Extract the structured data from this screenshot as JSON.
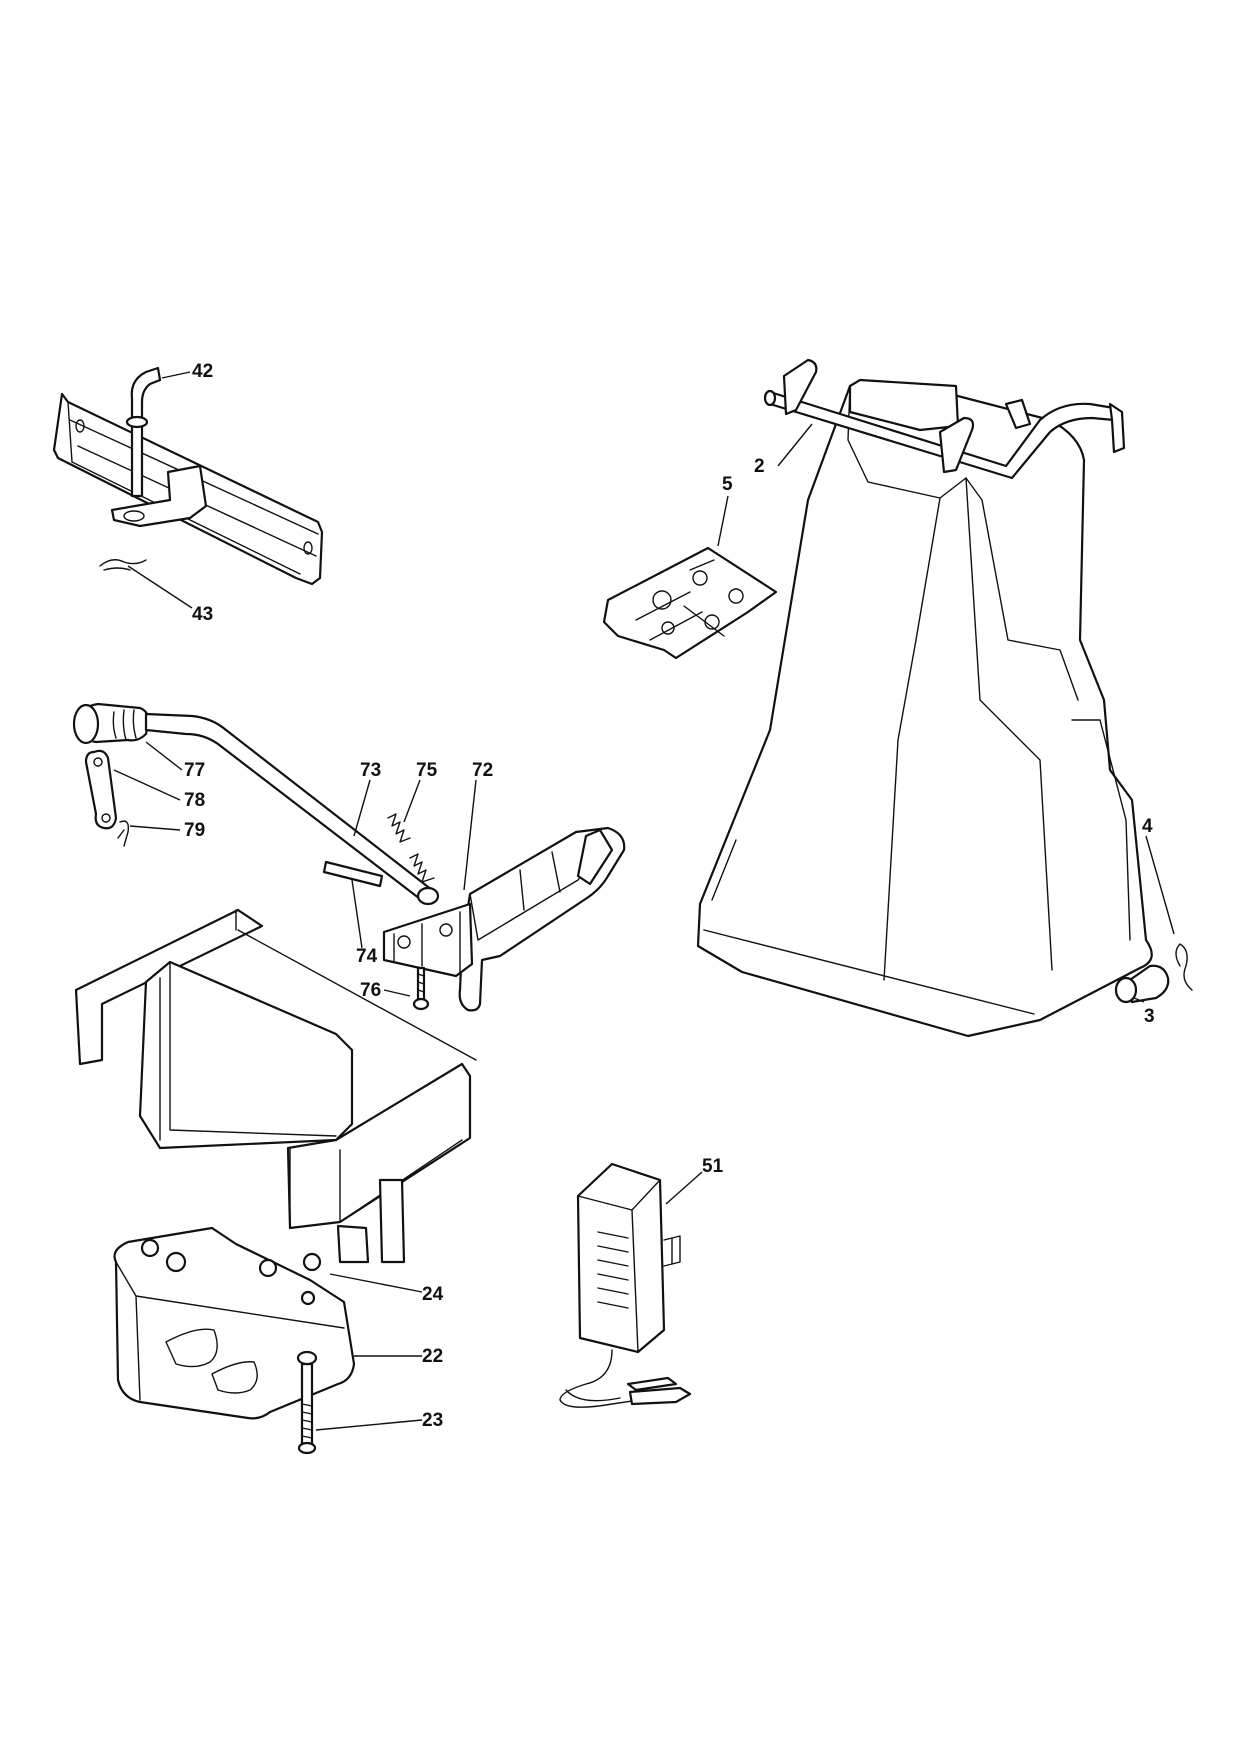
{
  "colors": {
    "line": "#111111",
    "background": "#ffffff"
  },
  "callouts": [
    {
      "id": "42",
      "text": "42"
    },
    {
      "id": "43",
      "text": "43"
    },
    {
      "id": "5",
      "text": "5"
    },
    {
      "id": "2",
      "text": "2"
    },
    {
      "id": "77",
      "text": "77"
    },
    {
      "id": "78",
      "text": "78"
    },
    {
      "id": "79",
      "text": "79"
    },
    {
      "id": "73",
      "text": "73"
    },
    {
      "id": "75",
      "text": "75"
    },
    {
      "id": "72",
      "text": "72"
    },
    {
      "id": "74",
      "text": "74"
    },
    {
      "id": "76",
      "text": "76"
    },
    {
      "id": "4",
      "text": "4"
    },
    {
      "id": "3",
      "text": "3"
    },
    {
      "id": "51",
      "text": "51"
    },
    {
      "id": "24",
      "text": "24"
    },
    {
      "id": "22",
      "text": "22"
    },
    {
      "id": "23",
      "text": "23"
    }
  ]
}
